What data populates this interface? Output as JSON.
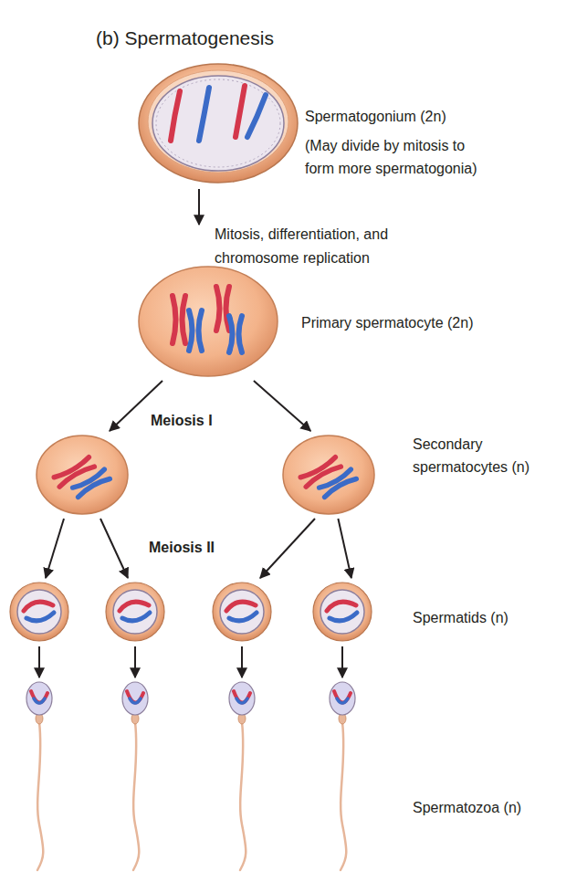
{
  "diagram": {
    "title": "(b) Spermatogenesis",
    "nodes": [
      {
        "text": [
          "Spermatogonium (2n)",
          "(May divide by mitosis to form more spermatogonia)"
        ]
      },
      {
        "text": [
          "Primary spermatocyte (2n)"
        ]
      },
      {
        "text": [
          "Secondary spermatocytes (n)"
        ]
      },
      {
        "text": [
          "Spermatids (n)"
        ]
      },
      {
        "text": [
          "Spermatozoa (n)"
        ]
      }
    ],
    "edges": [
      {
        "from": 0,
        "to": 1,
        "arrow": "to",
        "label": "Mitosis, differentiation, and chromosome replication"
      },
      {
        "from": 1,
        "to": 2,
        "arrow": "to"
      },
      {
        "from": 2,
        "to": 3,
        "arrow": "to"
      },
      {
        "from": 3,
        "to": 4,
        "arrow": "to"
      }
    ],
    "labels": [
      "Meiosis I",
      "Meiosis II"
    ]
  }
}
